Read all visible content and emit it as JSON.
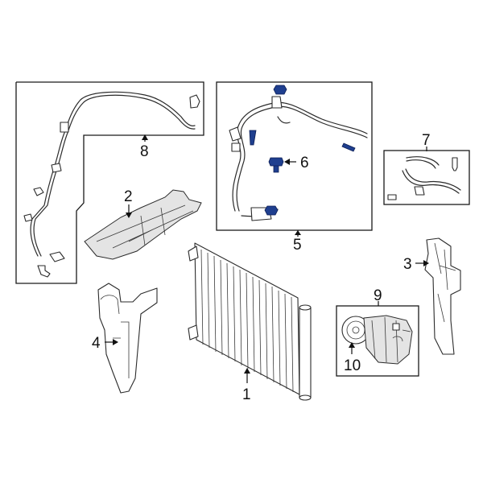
{
  "callouts": [
    {
      "id": "c1",
      "text": "1",
      "part": "condenser"
    },
    {
      "id": "c2",
      "text": "2",
      "part": "air-deflector-upper"
    },
    {
      "id": "c3",
      "text": "3",
      "part": "side-seal-right"
    },
    {
      "id": "c4",
      "text": "4",
      "part": "side-seal-left"
    },
    {
      "id": "c5",
      "text": "5",
      "part": "suction-discharge-hose-assembly"
    },
    {
      "id": "c6",
      "text": "6",
      "part": "valve-fitting"
    },
    {
      "id": "c7",
      "text": "7",
      "part": "hose-assembly"
    },
    {
      "id": "c8",
      "text": "8",
      "part": "liquid-line"
    },
    {
      "id": "c9",
      "text": "9",
      "part": "compressor"
    },
    {
      "id": "c10",
      "text": "10",
      "part": "clutch-assembly"
    }
  ],
  "colors": {
    "line": "#2b2b2b",
    "highlight": "#1f3f8f",
    "background": "#ffffff"
  }
}
